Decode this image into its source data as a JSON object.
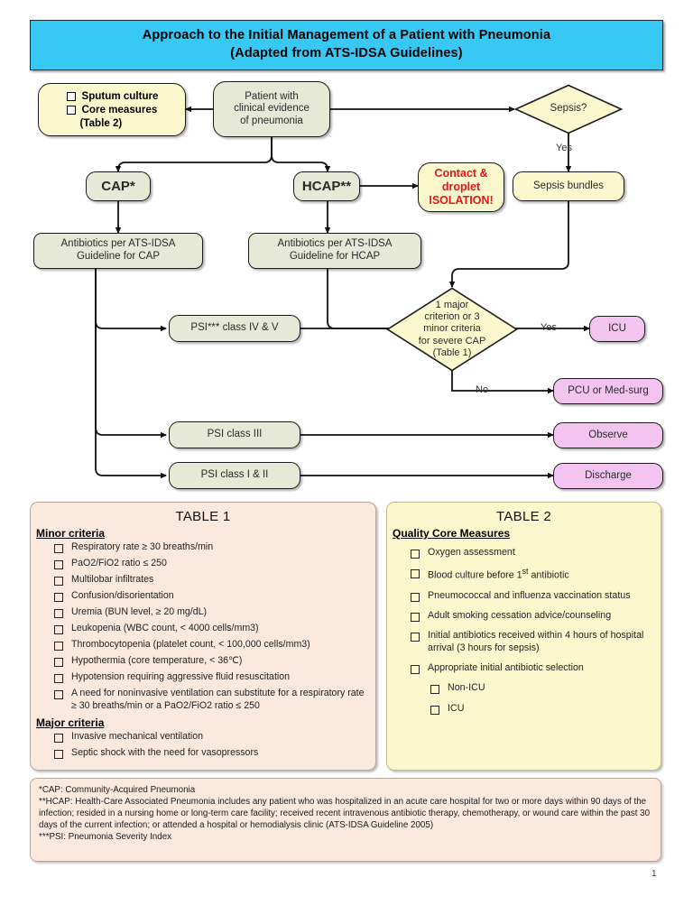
{
  "title": {
    "line1": "Approach to the Initial Management of a Patient with Pneumonia",
    "line2": "(Adapted from ATS-IDSA Guidelines)"
  },
  "flowchart": {
    "sputum_box": {
      "item1": "Sputum culture",
      "item2": "Core measures",
      "item3": "(Table 2)"
    },
    "patient_node": "Patient with\nclinical evidence\nof pneumonia",
    "patient_node_l1": "Patient with",
    "patient_node_l2": "clinical evidence",
    "patient_node_l3": "of pneumonia",
    "sepsis_decision": "Sepsis?",
    "sepsis_yes_label": "Yes",
    "sepsis_bundles": "Sepsis bundles",
    "cap": "CAP*",
    "hcap": "HCAP**",
    "isolation_l1": "Contact &",
    "isolation_l2": "droplet",
    "isolation_l3": "ISOLATION!",
    "abx_cap_l1": "Antibiotics per ATS-IDSA",
    "abx_cap_l2": "Guideline for CAP",
    "abx_hcap_l1": "Antibiotics per ATS-IDSA",
    "abx_hcap_l2": "Guideline for HCAP",
    "psi_iv_v": "PSI*** class IV & V",
    "psi_iii": "PSI class III",
    "psi_i_ii": "PSI class I & II",
    "severe_cap_l1": "1 major",
    "severe_cap_l2": "criterion or 3",
    "severe_cap_l3": "minor criteria",
    "severe_cap_l4": "for severe CAP",
    "severe_cap_l5": "(Table 1)",
    "severe_yes_label": "Yes",
    "severe_no_label": "No",
    "icu": "ICU",
    "pcu": "PCU or Med-surg",
    "observe": "Observe",
    "discharge": "Discharge"
  },
  "table1": {
    "title": "TABLE 1",
    "minor_heading": "Minor criteria",
    "minor_items": [
      "Respiratory rate ≥ 30 breaths/min",
      "PaO2/FiO2 ratio ≤ 250",
      "Multilobar infiltrates",
      "Confusion/disorientation",
      "Uremia (BUN level, ≥ 20 mg/dL)",
      "Leukopenia (WBC count, < 4000 cells/mm3)",
      "Thrombocytopenia (platelet count, < 100,000 cells/mm3)",
      "Hypothermia (core temperature, < 36℃)",
      "Hypotension requiring aggressive fluid resuscitation",
      "A need for noninvasive ventilation can substitute for a respiratory  rate ≥ 30 breaths/min or a PaO2/FiO2 ratio ≤ 250"
    ],
    "major_heading": "Major criteria",
    "major_items": [
      "Invasive mechanical ventilation",
      "Septic shock with the need for vasopressors"
    ]
  },
  "table2": {
    "title": "TABLE 2",
    "heading": "Quality Core Measures",
    "items": [
      "Oxygen assessment",
      "Blood culture before 1st antibiotic",
      "Pneumococcal and influenza vaccination status",
      "Adult smoking cessation advice/counseling",
      "Initial antibiotics received within 4 hours of hospital arrival (3 hours for sepsis)",
      "Appropriate initial antibiotic selection"
    ],
    "sub_items": [
      "Non-ICU",
      "ICU"
    ]
  },
  "footnotes": {
    "line1": "*CAP: Community-Acquired Pneumonia",
    "line2": "**HCAP: Health-Care Associated Pneumonia includes any patient who was hospitalized in an acute care hospital for two or more days within 90 days of the infection; resided in a nursing home or long-term care facility; received recent intravenous antibiotic therapy, chemotherapy, or wound care within the past 30 days of the current infection; or attended a hospital or hemodialysis clinic (ATS-IDSA Guideline 2005)",
    "line3": "***PSI: Pneumonia Severity Index"
  },
  "page_number": "1",
  "colors": {
    "banner": "#37c8f4",
    "green_node": "#e5e9d6",
    "yellow_node": "#fbf8ce",
    "pink_node": "#f4c4f1",
    "table1_bg": "#fbe9de",
    "table2_bg": "#fbf8ce",
    "isolation_text": "#e8141c"
  }
}
